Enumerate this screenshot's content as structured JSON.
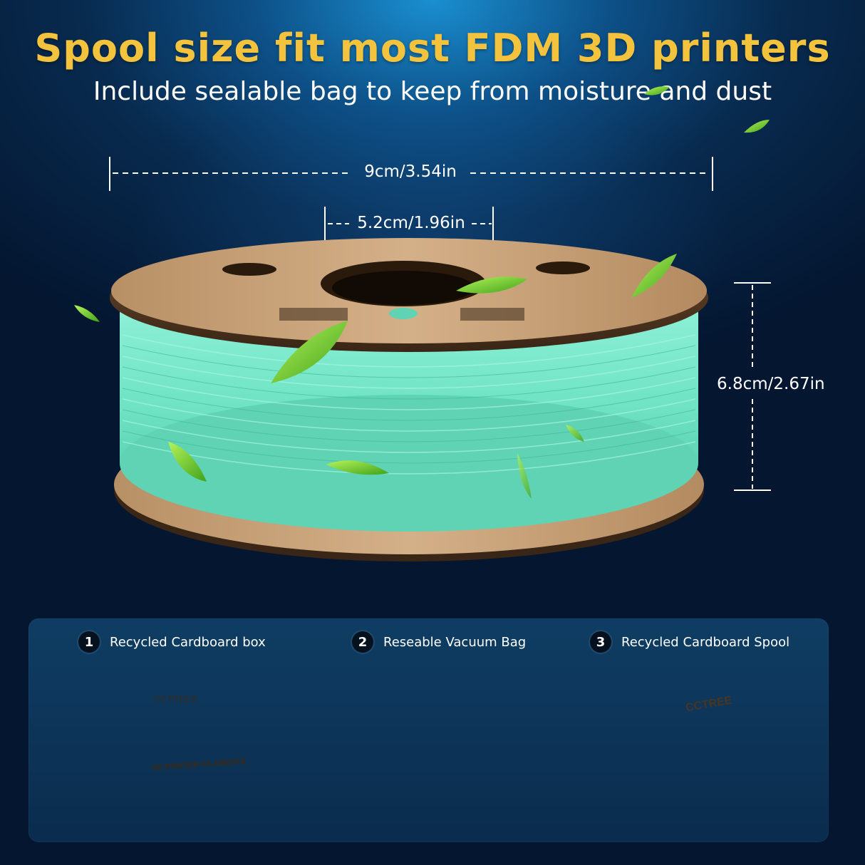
{
  "header": {
    "title": "Spool size fit most FDM 3D printers",
    "subtitle": "Include sealable bag to keep from moisture and dust"
  },
  "dimensions": {
    "width": "9cm/3.54in",
    "hole": "5.2cm/1.96in",
    "height": "6.8cm/2.67in"
  },
  "spool": {
    "brand": "CCTREE",
    "filament_color": "#6fe3c4"
  },
  "steps": [
    {
      "number": "1",
      "label": "Recycled Cardboard box"
    },
    {
      "number": "2",
      "label": "Reseable Vacuum Bag"
    },
    {
      "number": "3",
      "label": "Recycled Cardboard Spool"
    }
  ],
  "box": {
    "brand": "CCTREE®",
    "text": "3D PRINTER FILAMENTE"
  },
  "colors": {
    "title": "#f4c33d",
    "arrow": "#1fd0f0",
    "cardboard": "#c9a57a",
    "leaf": "#7ed321"
  }
}
